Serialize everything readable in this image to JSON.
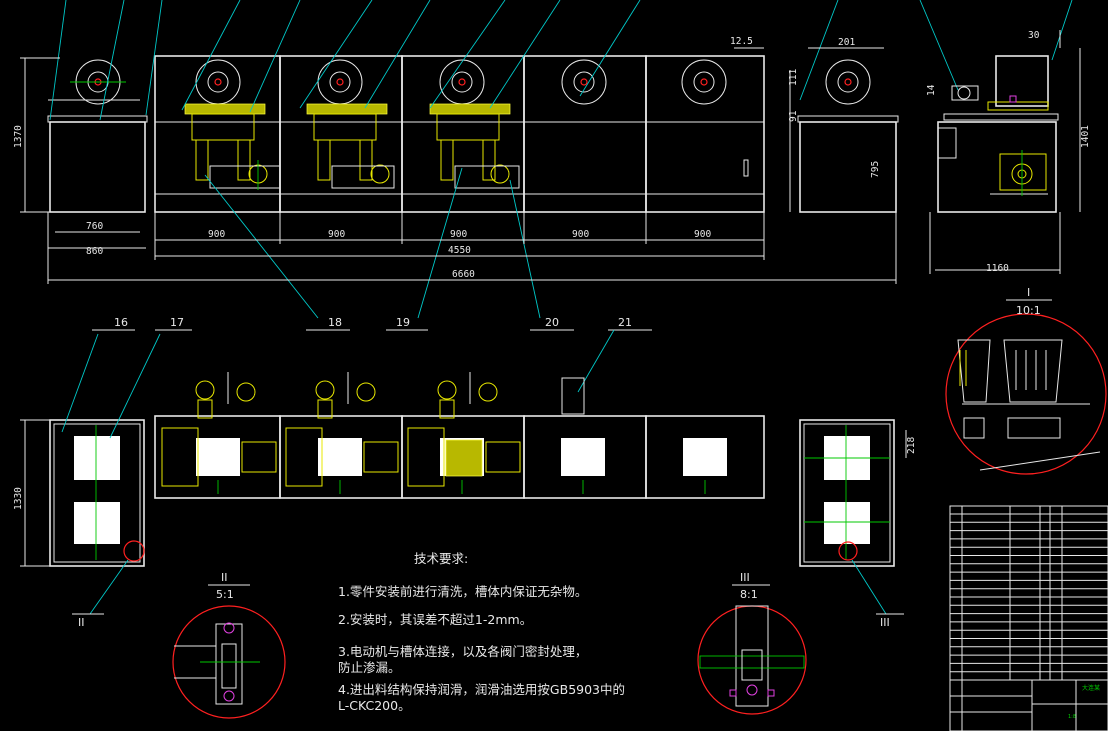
{
  "dimensions": {
    "front_height": "1370",
    "inner_width": "760",
    "tank_width": "860",
    "module_1": "900",
    "module_2": "900",
    "module_3": "900",
    "module_4": "900",
    "module_5": "900",
    "line_length": "4550",
    "total_length": "6660",
    "gap_125": "12.5",
    "top_201": "201",
    "dim_111": "111",
    "dim_91": "91",
    "dim_795": "795",
    "side_30": "30",
    "side_14": "14",
    "side_height": "1401",
    "side_width": "1160",
    "plan_width": "1330",
    "plan_218": "218"
  },
  "balloons": {
    "b16": "16",
    "b17": "17",
    "b18": "18",
    "b19": "19",
    "b20": "20",
    "b21": "21"
  },
  "details": {
    "d1_label": "I",
    "d1_scale": "10:1",
    "d2_label": "II",
    "d2_scale": "5:1",
    "d3_label": "III",
    "d3_scale": "8:1",
    "ref_ii": "II",
    "ref_iii": "III"
  },
  "requirements": {
    "title": "技术要求:",
    "item1": "1.零件安装前进行清洗，槽体内保证无杂物。",
    "item2": "2.安装时，其误差不超过1-2mm。",
    "item3_line1": "3.电动机与槽体连接，以及各阀门密封处理，",
    "item3_line2": "防止渗漏。",
    "item4_line1": "4.进出料结构保持润滑，润滑油选用按GB5903中的",
    "item4_line2": "L-CKC200。"
  },
  "title_block": {
    "corner_text": "大连某",
    "scale_cell": "1:8"
  },
  "colors": {
    "background": "#000000",
    "outline": "#e8e8e8",
    "equipment": "#e8e800",
    "leader": "#00c8c8",
    "centerline": "#00c800",
    "detail_circle": "#ff2020",
    "hardware": "#e040e0"
  }
}
